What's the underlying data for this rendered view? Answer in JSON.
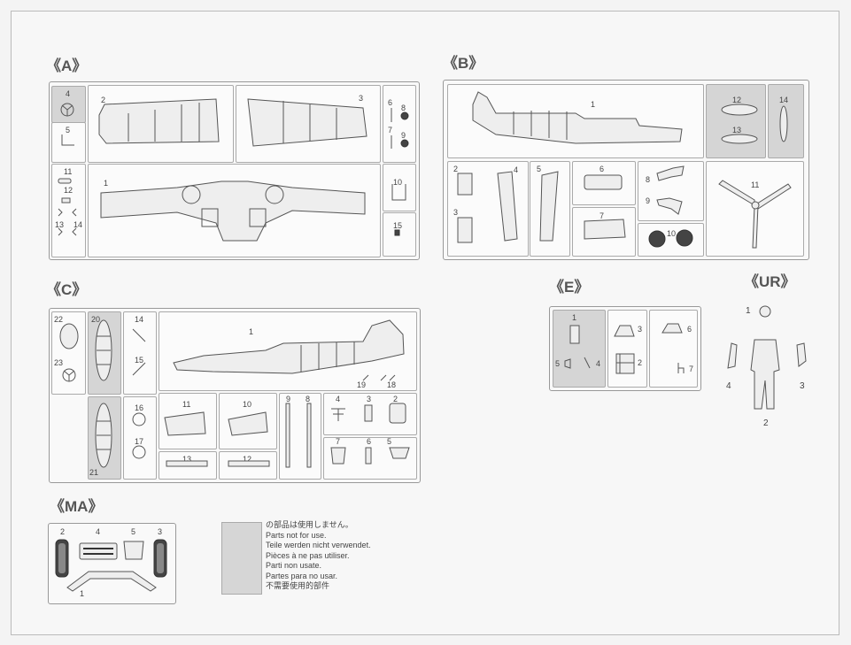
{
  "sections": {
    "A": "《A》",
    "B": "《B》",
    "C": "《C》",
    "E": "《E》",
    "UR": "《UR》",
    "MA": "《MA》"
  },
  "parts": {
    "A": [
      "4",
      "5",
      "2",
      "3",
      "6",
      "8",
      "7",
      "9",
      "11",
      "12",
      "13",
      "14",
      "1",
      "10",
      "15"
    ],
    "B": [
      "1",
      "12",
      "13",
      "14",
      "2",
      "3",
      "4",
      "5",
      "6",
      "7",
      "8",
      "9",
      "10",
      "11"
    ],
    "C": [
      "22",
      "23",
      "20",
      "14",
      "15",
      "1",
      "19",
      "18",
      "21",
      "16",
      "17",
      "11",
      "10",
      "9",
      "8",
      "4",
      "3",
      "2",
      "7",
      "6",
      "5",
      "13",
      "12"
    ],
    "E": [
      "1",
      "3",
      "6",
      "5",
      "4",
      "2",
      "7"
    ],
    "UR": [
      "1",
      "4",
      "3",
      "2"
    ],
    "MA": [
      "2",
      "4",
      "5",
      "3",
      "1"
    ]
  },
  "legend": {
    "lines": [
      "の部品は使用しません。",
      "Parts not for use.",
      "Teile werden nicht verwendet.",
      "Pièces à ne pas utiliser.",
      "Parti non usate.",
      "Partes para no usar.",
      "不需要使用的部件"
    ]
  },
  "colors": {
    "unused_fill": "#d6d6d6",
    "outline": "#555555"
  }
}
